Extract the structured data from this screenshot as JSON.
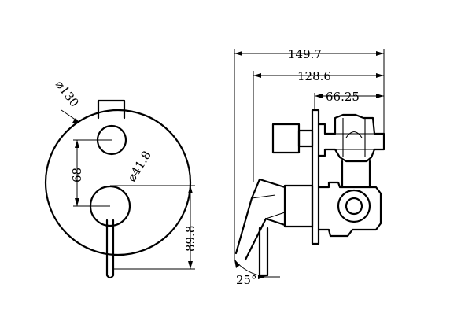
{
  "front_view": {
    "plate_diameter": "⌀130",
    "handle_diameter": "⌀41.8",
    "diverter_offset": "68",
    "handle_height": "89.8"
  },
  "side_view": {
    "overall_depth": "149.7",
    "body_depth": "128.6",
    "outlet_depth": "66.25",
    "lever_angle": "25°"
  }
}
